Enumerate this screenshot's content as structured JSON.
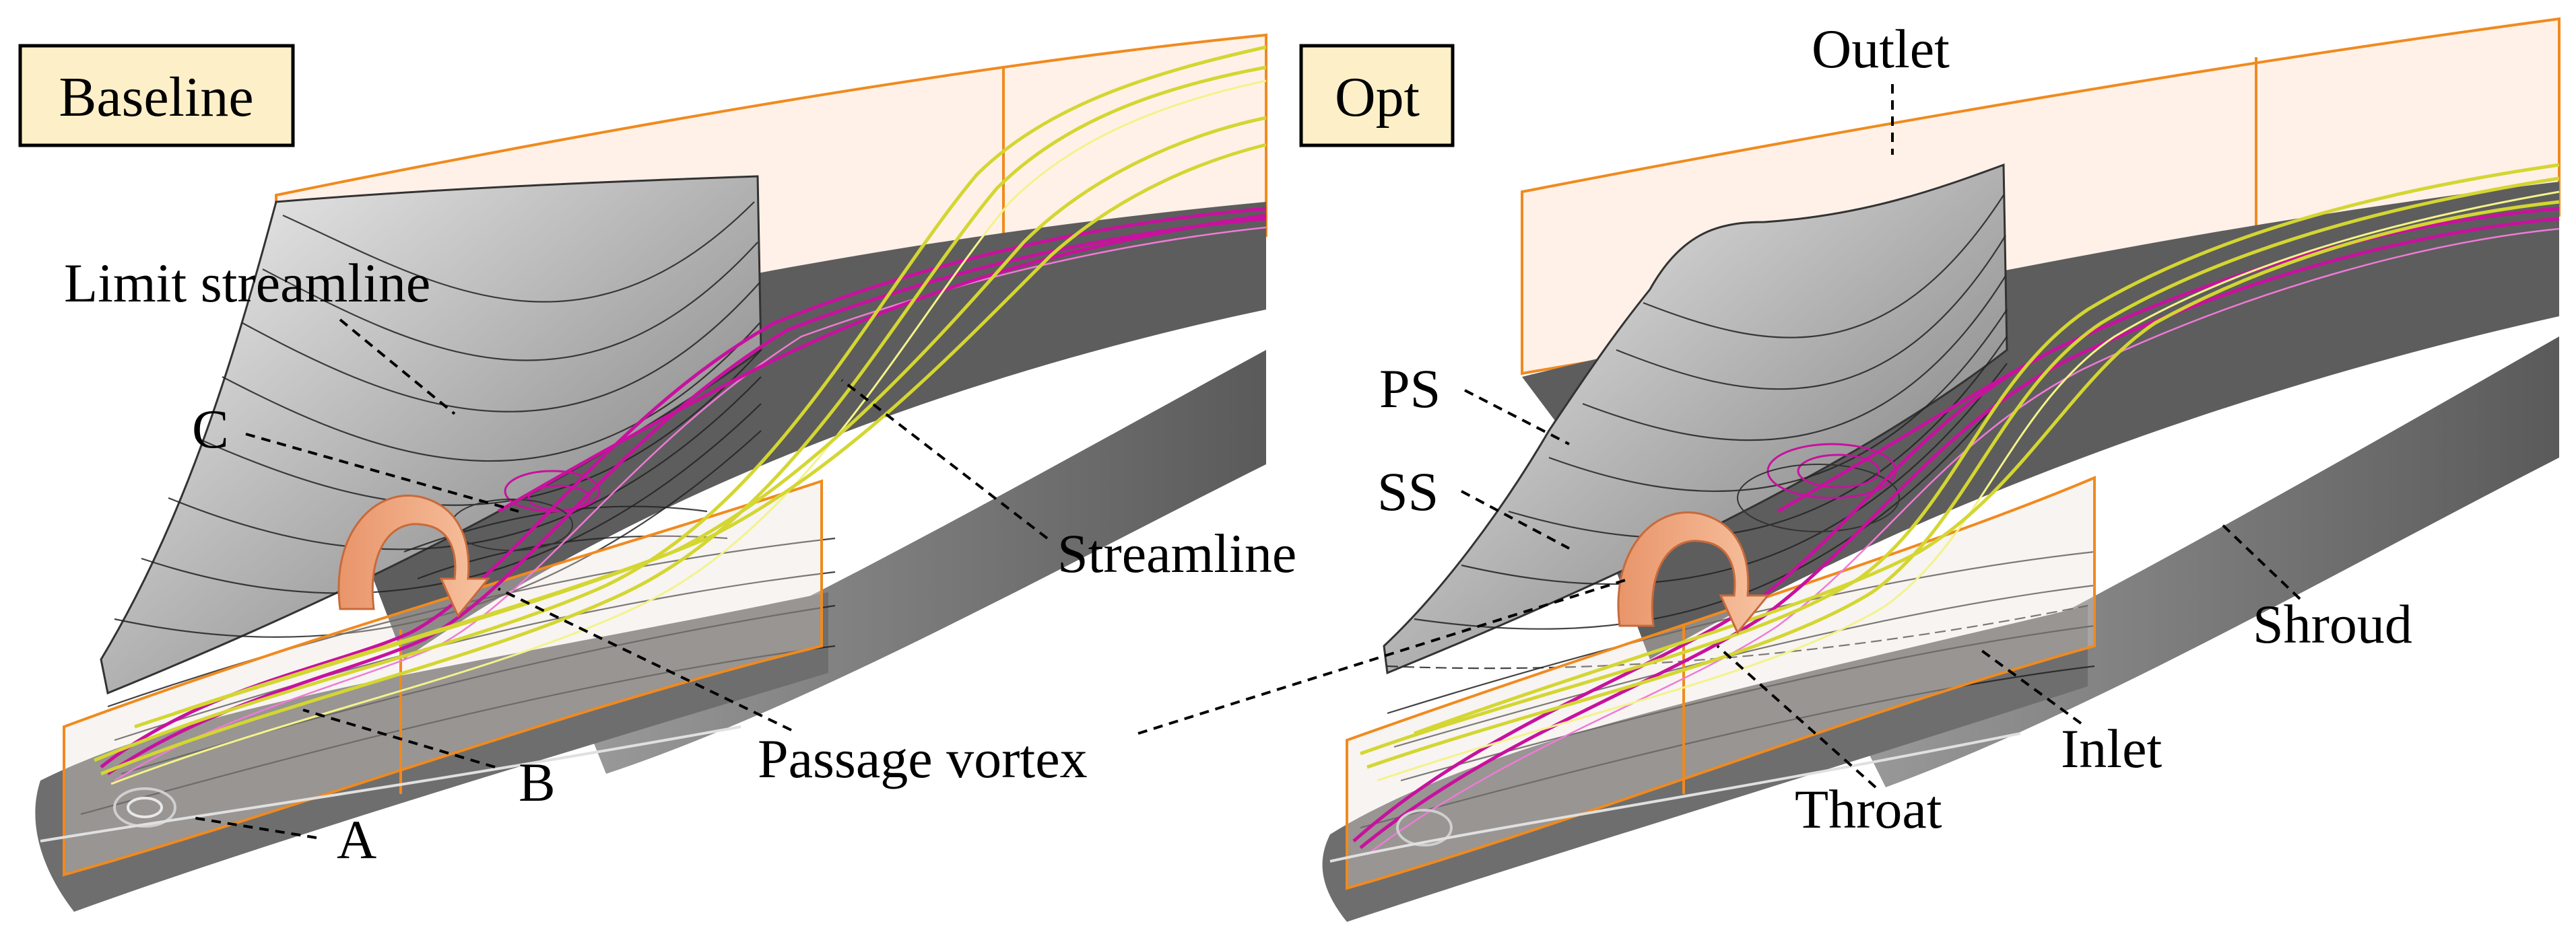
{
  "panels": [
    {
      "id": "baseline",
      "box_label": "Baseline",
      "labels": {
        "limit_streamline": "Limit streamline",
        "c": "C",
        "streamline": "Streamline",
        "b": "B",
        "a": "A"
      }
    },
    {
      "id": "opt",
      "box_label": "Opt",
      "labels": {
        "outlet": "Outlet",
        "ps": "PS",
        "ss": "SS",
        "shroud": "Shroud",
        "inlet": "Inlet",
        "throat": "Throat"
      }
    }
  ],
  "shared_labels": {
    "passage_vortex": "Passage vortex"
  },
  "colors": {
    "label_box_fill": "#fdf0c8",
    "boundary_plane_edge": "#f08a1e",
    "boundary_plane_fill": "#fff1e8",
    "surface_dark": "#5b5b5b",
    "blade_gray": "#b5b5b5",
    "streamline_yellow": "#d4d632",
    "streamline_magenta": "#c8119e",
    "vortex_arrow": "#f0a270"
  }
}
